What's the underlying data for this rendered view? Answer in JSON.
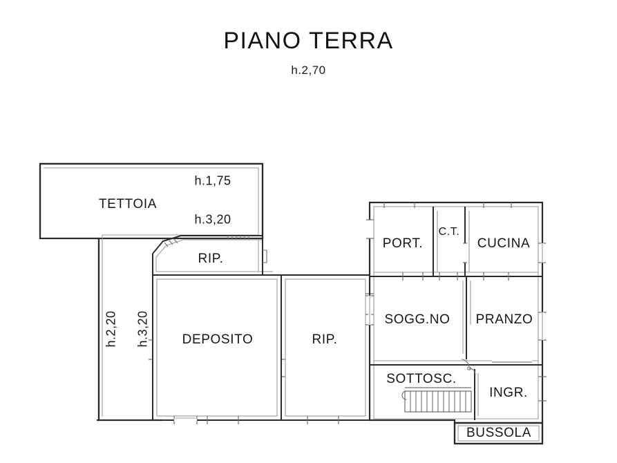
{
  "drawing": {
    "title": "PIANO TERRA",
    "subtitle": "h.2,70",
    "ink_color": "#1a1a1a",
    "wall_color": "#2b2b2b",
    "thin_line_color": "#8d8d8d",
    "background": "#ffffff"
  },
  "height_notes": [
    {
      "id": "h-tettoia-175",
      "text": "h.1,75",
      "orientation": "horizontal"
    },
    {
      "id": "h-rip-320",
      "text": "h.3,20",
      "orientation": "horizontal"
    },
    {
      "id": "h-left-220",
      "text": "h.2,20",
      "orientation": "vertical"
    },
    {
      "id": "h-left-320",
      "text": "h.3,20",
      "orientation": "vertical"
    }
  ],
  "rooms": [
    {
      "id": "tettoia",
      "label": "TETTOIA",
      "size": "normal"
    },
    {
      "id": "rip-top",
      "label": "RIP.",
      "size": "normal"
    },
    {
      "id": "deposito",
      "label": "DEPOSITO",
      "size": "normal"
    },
    {
      "id": "rip-mid",
      "label": "RIP.",
      "size": "normal"
    },
    {
      "id": "port",
      "label": "PORT.",
      "size": "normal"
    },
    {
      "id": "ct",
      "label": "C.T.",
      "size": "small"
    },
    {
      "id": "cucina",
      "label": "CUCINA",
      "size": "normal"
    },
    {
      "id": "soggno",
      "label": "SOGG.NO",
      "size": "normal"
    },
    {
      "id": "pranzo",
      "label": "PRANZO",
      "size": "normal"
    },
    {
      "id": "sottosc",
      "label": "SOTTOSC.",
      "size": "normal"
    },
    {
      "id": "ingr",
      "label": "INGR.",
      "size": "normal"
    },
    {
      "id": "bussola",
      "label": "BUSSOLA",
      "size": "normal"
    }
  ],
  "features": {
    "staircase": {
      "name": "staircase-sottoscala",
      "steps": 11
    },
    "doors": 7,
    "windows": 6
  }
}
